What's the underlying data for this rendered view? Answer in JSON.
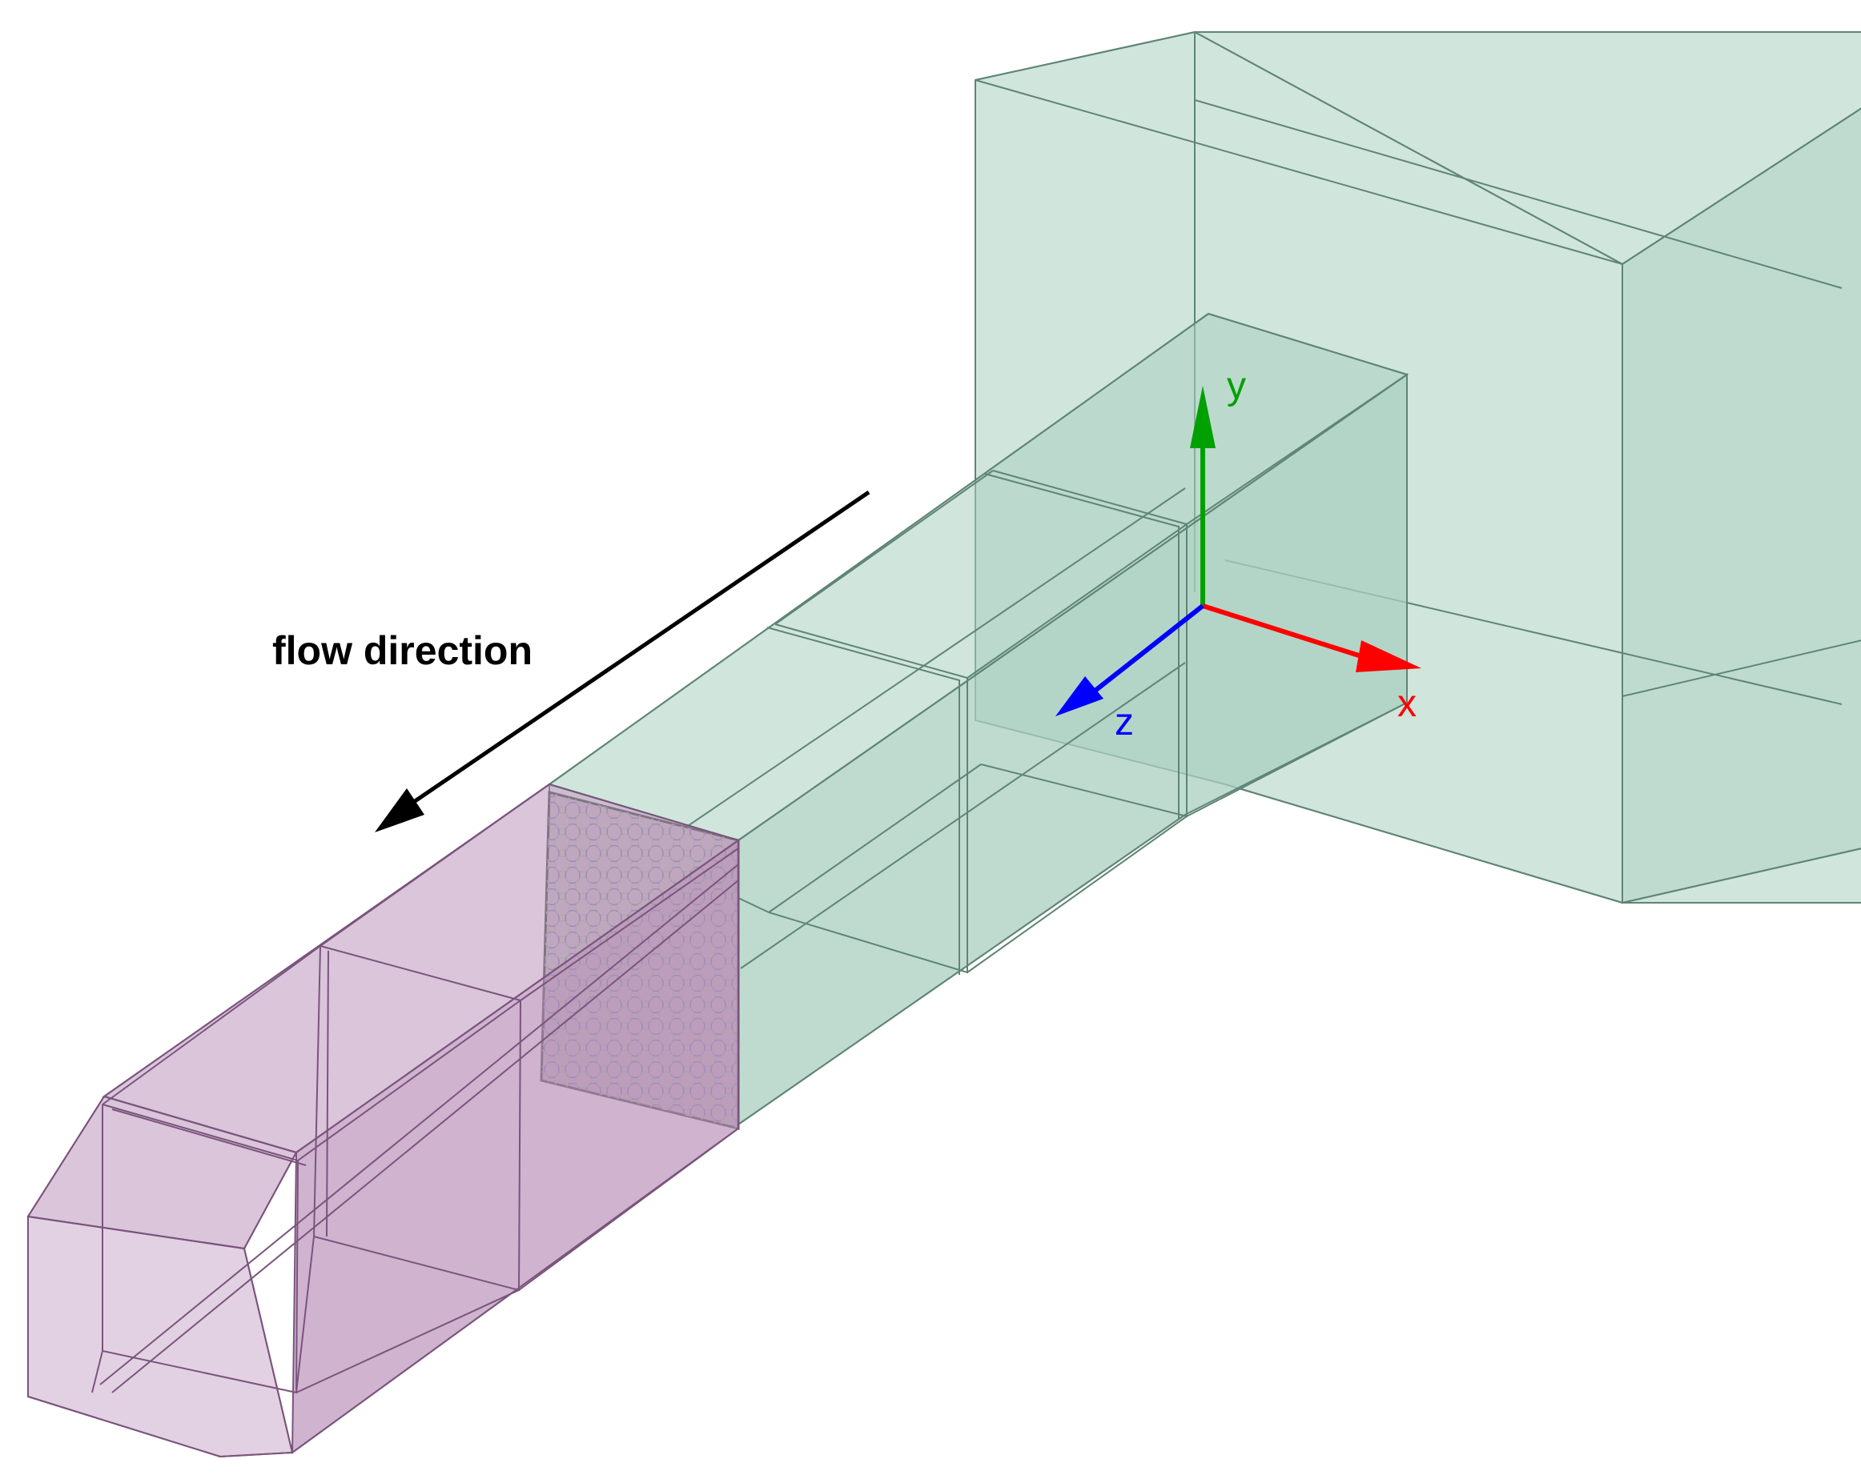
{
  "annotation": {
    "flow_label": "flow direction"
  },
  "axes": {
    "x": {
      "label": "x",
      "color": "#ff0000"
    },
    "y": {
      "label": "y",
      "color": "#00a000"
    },
    "z": {
      "label": "z",
      "color": "#0000ff"
    }
  },
  "colors": {
    "green_fill": "#a9cfc0",
    "green_edge": "#5f8574",
    "purple_fill": "#b68bb6",
    "purple_edge": "#7a547c",
    "arrow": "#000000"
  }
}
